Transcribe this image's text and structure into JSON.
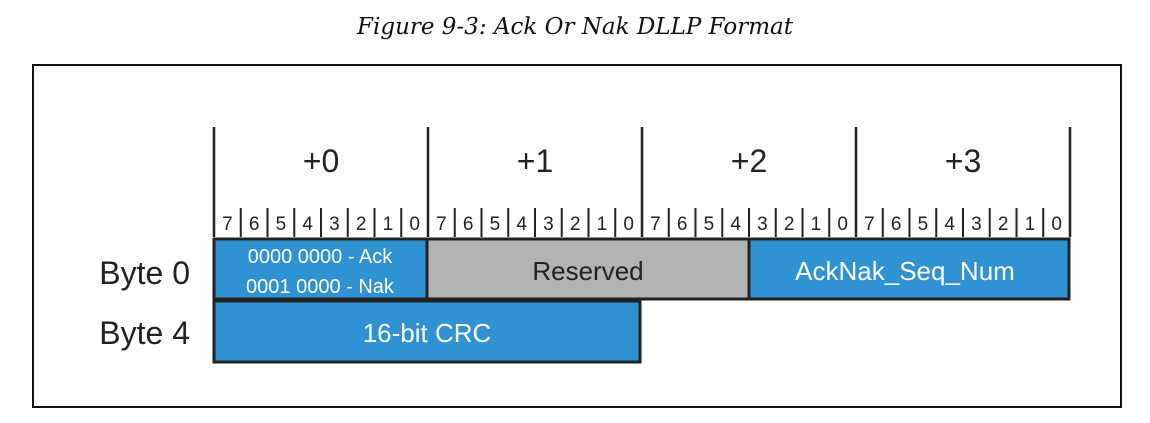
{
  "caption": "Figure 9-3: Ack Or Nak DLLP Format",
  "byte_offsets": [
    "+0",
    "+1",
    "+2",
    "+3"
  ],
  "bit_labels": [
    "7",
    "6",
    "5",
    "4",
    "3",
    "2",
    "1",
    "0"
  ],
  "row_labels": [
    "Byte 0",
    "Byte 4"
  ],
  "fields": {
    "ack_nak_type": {
      "line1": "0000 0000 - Ack",
      "line2": "0001 0000 - Nak"
    },
    "reserved": "Reserved",
    "seq_num": "AckNak_Seq_Num",
    "crc": "16-bit CRC"
  },
  "colors": {
    "field_blue": "#2e92d3",
    "reserved_gray": "#b3b3b3",
    "outline": "#222222"
  }
}
